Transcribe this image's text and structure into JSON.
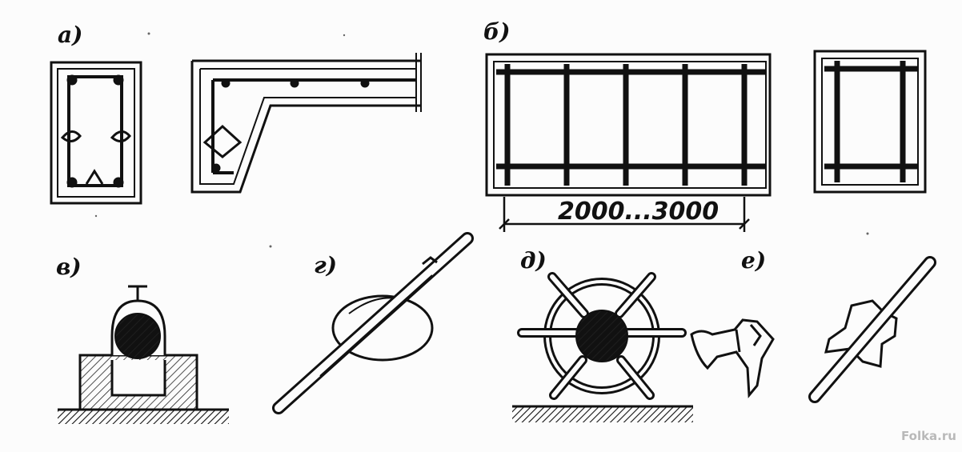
{
  "labels": {
    "a": "а)",
    "b": "б)",
    "v": "в)",
    "g": "г)",
    "d": "д)",
    "e": "е)"
  },
  "dimension": "2000...3000",
  "watermark": "Folka.ru",
  "colors": {
    "ink": "#111111",
    "paper": "#fcfcfc",
    "hatch": "#222222",
    "watermark": "#b9b9b9"
  }
}
